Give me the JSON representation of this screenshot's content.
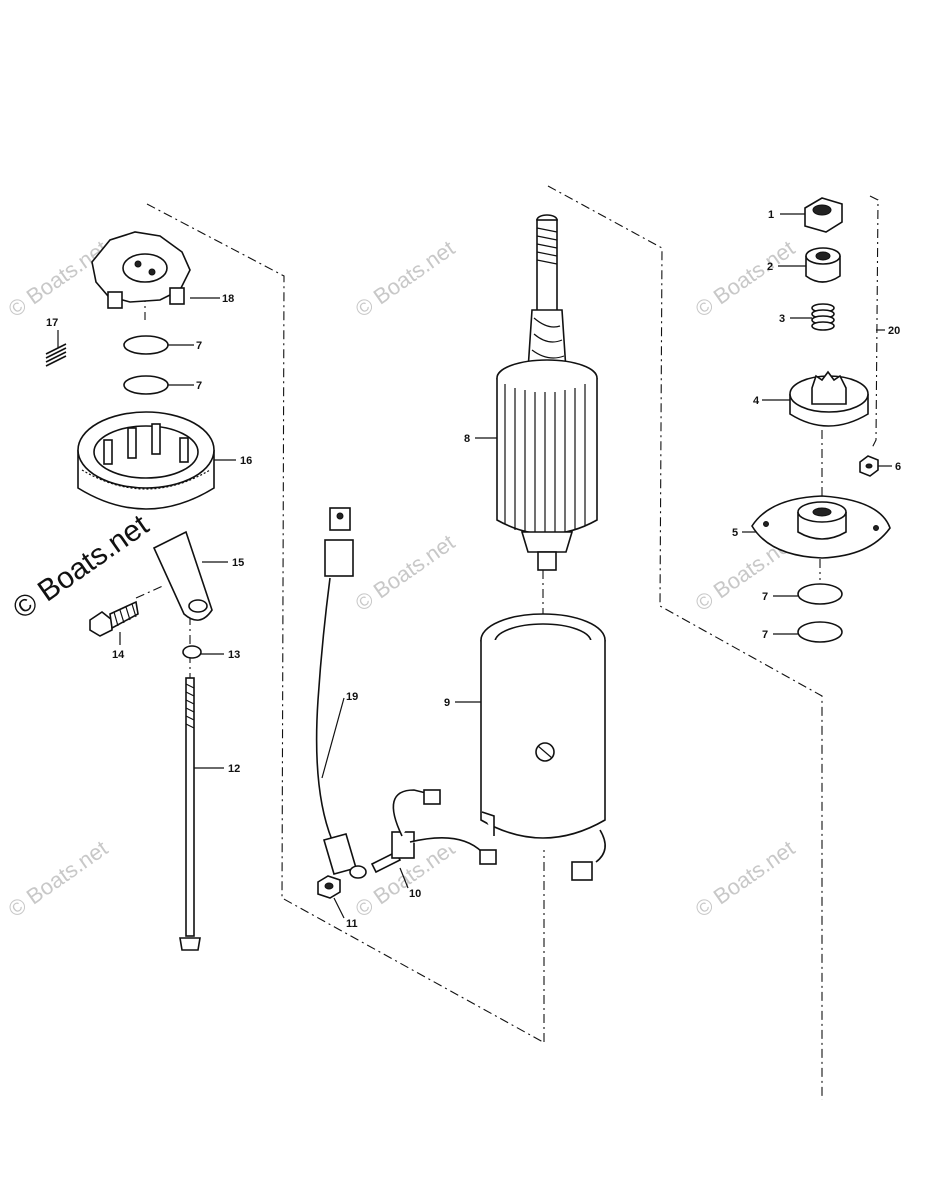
{
  "watermark": {
    "text": "© Boats.net",
    "color": "#c8c8c8"
  },
  "callouts": [
    "1",
    "2",
    "3",
    "4",
    "5",
    "6",
    "7",
    "7",
    "7",
    "7",
    "8",
    "9",
    "10",
    "11",
    "12",
    "13",
    "14",
    "15",
    "16",
    "17",
    "18",
    "19",
    "20"
  ]
}
